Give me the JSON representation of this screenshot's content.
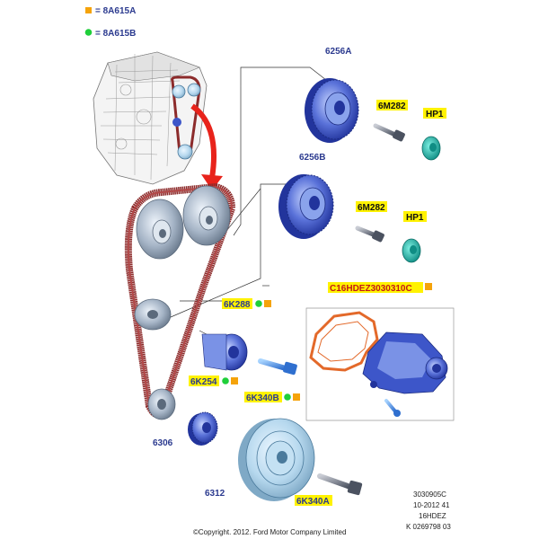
{
  "legend": {
    "orange_code": "= 8A615A",
    "green_code": "= 8A615B",
    "orange_color": "#f5a30a",
    "green_color": "#1fcf3a"
  },
  "parts": {
    "cam_pulley_a": "6256A",
    "cam_pulley_b": "6256B",
    "bolt_a": "6M282",
    "bolt_b": "6M282",
    "cap_a": "HP1",
    "cap_b": "HP1",
    "water_pump_kit": "C16HDEZ3030310C",
    "timing_belt": "6K288",
    "tensioner": "6K254",
    "tensioner_bolt": "6K340B",
    "crank_sprocket": "6306",
    "crank_pulley": "6312",
    "crank_bolt": "6K340A"
  },
  "footer": {
    "ref_line1": "3030905C",
    "ref_line2": "10-2012 41",
    "ref_line3": "16HDEZ",
    "ref_line4": "K 0269798 03",
    "copyright": "©Copyright. 2012. Ford Motor Company Limited"
  },
  "colors": {
    "label_blue": "#2b3a8f",
    "highlight_yellow": "#fff200",
    "belt_red": "#8c2b2b",
    "pulley_blue": "#3d56c9",
    "pulley_light": "#b9d9ec",
    "cap_teal": "#1ab5a8"
  },
  "icons": [
    "engine-block-icon",
    "arrow-icon",
    "gasket-icon"
  ]
}
